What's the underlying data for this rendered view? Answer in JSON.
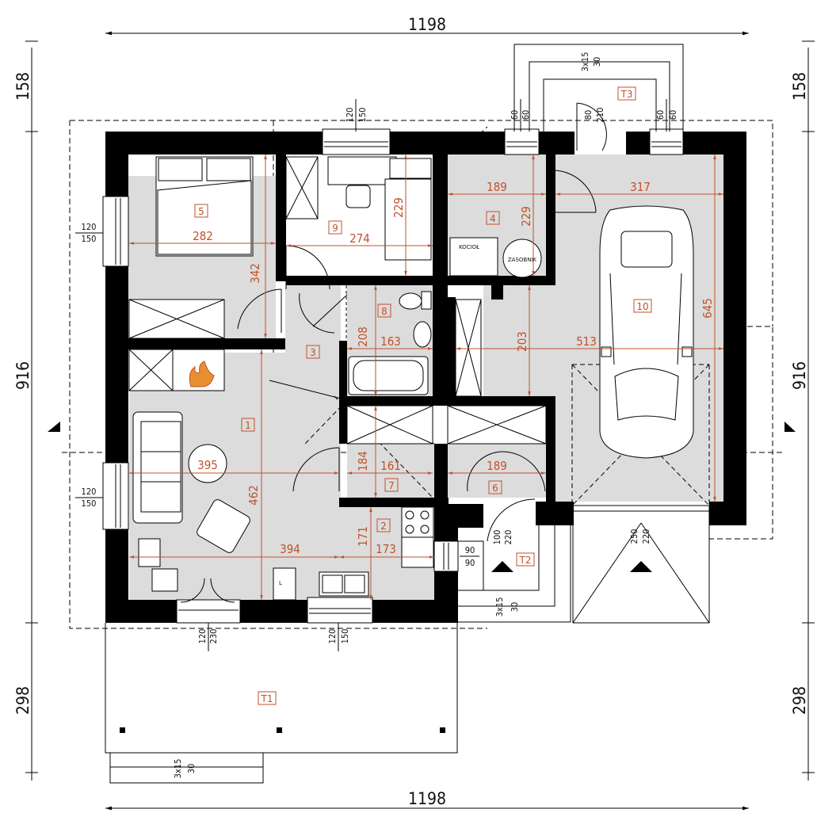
{
  "overall_dims": {
    "top_width": "1198",
    "bottom_width": "1198",
    "left_top": "158",
    "left_mid": "916",
    "left_bottom": "298",
    "right_top": "158",
    "right_mid": "916",
    "right_bottom": "298"
  },
  "windows": {
    "w_left_upper": [
      "120",
      "150"
    ],
    "w_left_lower": [
      "120",
      "150"
    ],
    "w_top_room9": [
      "120",
      "150"
    ],
    "w_top_room4": [
      "60",
      "60"
    ],
    "w_top_garage": [
      "60",
      "60"
    ],
    "w_bottom_left": [
      "120",
      "230"
    ],
    "w_bottom_mid": [
      "120",
      "150"
    ],
    "w_right_small": [
      "90",
      "90"
    ],
    "door_garage_top": [
      "80",
      "210"
    ],
    "door_t2": [
      "100",
      "220"
    ],
    "door_garage": [
      "250",
      "220"
    ]
  },
  "stairs": {
    "t3": [
      "3x15",
      "30"
    ],
    "t2": [
      "3x15",
      "30"
    ],
    "t1": [
      "3x15",
      "30"
    ]
  },
  "rooms": [
    {
      "num": "1"
    },
    {
      "num": "2"
    },
    {
      "num": "3"
    },
    {
      "num": "4"
    },
    {
      "num": "5"
    },
    {
      "num": "6"
    },
    {
      "num": "7"
    },
    {
      "num": "8"
    },
    {
      "num": "9"
    },
    {
      "num": "10"
    }
  ],
  "terraces": {
    "t1": "T1",
    "t2": "T2",
    "t3": "T3"
  },
  "room_dims": {
    "r5_w": "282",
    "r5_h": "342",
    "r9_w": "274",
    "r9_h": "229",
    "r4_w": "189",
    "r4_h": "229",
    "r10_w": "317",
    "r10_h": "645",
    "r10_w2": "513",
    "r10_h2": "203",
    "r8_w": "163",
    "r8_h": "208",
    "r1_w": "395",
    "r1_h": "462",
    "r7_w": "161",
    "r7_h": "184",
    "r6_w": "189",
    "r2_w": "394",
    "r2_w2": "173",
    "r2_h": "171"
  },
  "furniture_labels": {
    "boiler": "KOCIOŁ",
    "tank": "ZASOBNIK",
    "fridge": "L"
  }
}
